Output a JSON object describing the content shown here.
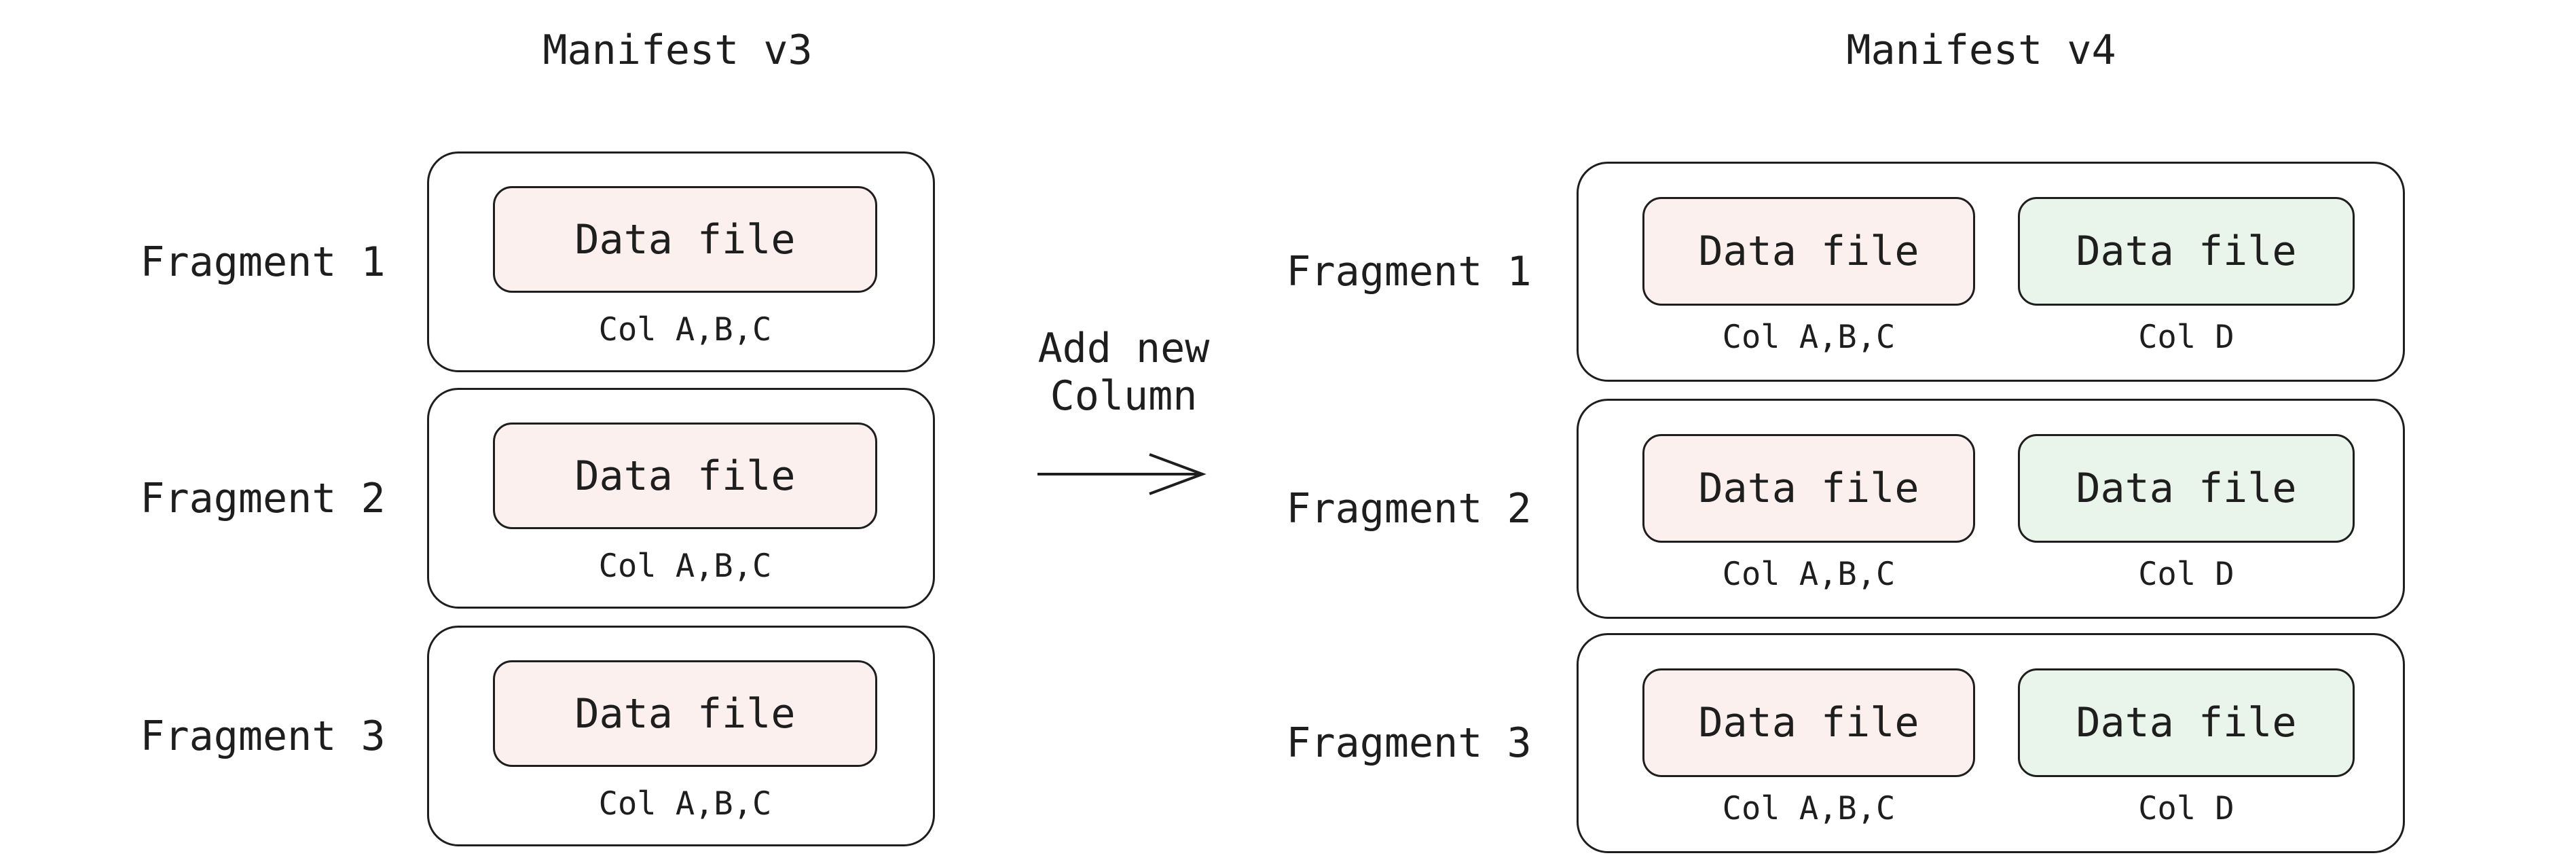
{
  "left_panel": {
    "title": "Manifest v3",
    "fragments": [
      {
        "label": "Fragment 1",
        "file": {
          "name": "Data file",
          "cols": "Col A,B,C"
        }
      },
      {
        "label": "Fragment 2",
        "file": {
          "name": "Data file",
          "cols": "Col A,B,C"
        }
      },
      {
        "label": "Fragment 3",
        "file": {
          "name": "Data file",
          "cols": "Col A,B,C"
        }
      }
    ]
  },
  "middle": {
    "action_line1": "Add new",
    "action_line2": "Column",
    "arrow_icon": "right-arrow"
  },
  "right_panel": {
    "title": "Manifest v4",
    "fragments": [
      {
        "label": "Fragment 1",
        "files": [
          {
            "name": "Data file",
            "cols": "Col A,B,C"
          },
          {
            "name": "Data file",
            "cols": "Col D"
          }
        ]
      },
      {
        "label": "Fragment 2",
        "files": [
          {
            "name": "Data file",
            "cols": "Col A,B,C"
          },
          {
            "name": "Data file",
            "cols": "Col D"
          }
        ]
      },
      {
        "label": "Fragment 3",
        "files": [
          {
            "name": "Data file",
            "cols": "Col A,B,C"
          },
          {
            "name": "Data file",
            "cols": "Col D"
          }
        ]
      }
    ]
  },
  "colors": {
    "background": "#ffffff",
    "stroke": "#1e1e1e",
    "text": "#1e1e1e",
    "pink_fill": "#fbf0ee",
    "green_fill": "#e9f4ea"
  }
}
